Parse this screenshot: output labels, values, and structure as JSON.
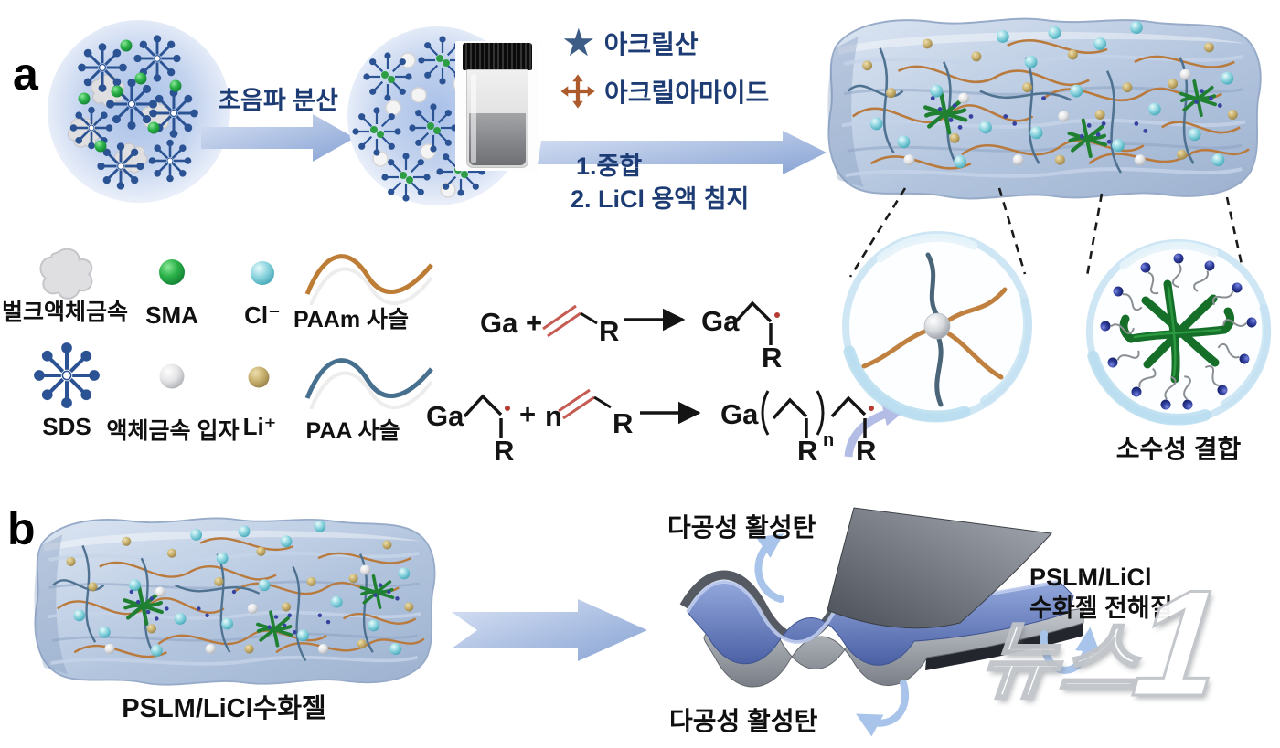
{
  "panel_a": {
    "label": "a",
    "sonication_arrow_label": "초음파 분산",
    "monomers": [
      {
        "icon": "star-icon",
        "label": "아크릴산",
        "color": "#3d5c86"
      },
      {
        "icon": "four-arrow-icon",
        "label": "아크릴아마이드",
        "color": "#ad5a2d"
      }
    ],
    "process_steps": [
      "1.중합",
      "2. LiCl 용액 침지"
    ],
    "hydrophobic_label": "소수성 결합"
  },
  "legend": {
    "items": [
      {
        "icon": "liquid-metal-blob-icon",
        "label": "벌크액체금속"
      },
      {
        "icon": "green-sphere-icon",
        "label": "SMA"
      },
      {
        "icon": "cyan-sphere-icon",
        "label": "Cl⁻"
      },
      {
        "icon": "orange-chain-icon",
        "label": "PAAm 사슬"
      },
      {
        "icon": "sds-asterisk-icon",
        "label": "SDS"
      },
      {
        "icon": "white-sphere-icon",
        "label": "액체금속 입자"
      },
      {
        "icon": "tan-sphere-icon",
        "label": "Li⁺"
      },
      {
        "icon": "blue-chain-icon",
        "label": "PAA 사슬"
      }
    ]
  },
  "reactions": {
    "ga": "Ga",
    "plus": "+",
    "r": "R",
    "n": "n"
  },
  "panel_b": {
    "label": "b",
    "hydrogel_label": "PSLM/LiCl수화젤",
    "top_electrode_label": "다공성 활성탄",
    "bottom_electrode_label": "다공성 활성탄",
    "electrolyte_label_line1": "PSLM/LiCl",
    "electrolyte_label_line2": "수화젤 전해질"
  },
  "watermark": {
    "text": "뉴스",
    "numeral": "1"
  },
  "colors": {
    "text_navy": "#1e3c74",
    "arrow_blue": "#8ca7d8",
    "star_blue": "#3d5c86",
    "acrylamide_orange": "#ad5a2d",
    "paam_chain_orange": "#bd7d36",
    "paa_chain_blue": "#47708f",
    "sma_green": "#2cb249",
    "cl_cyan": "#8fd6e0",
    "li_tan": "#c6ae6c",
    "sds_navy": "#2b5394",
    "gel_blue": "#b3c5de",
    "electrolyte_blue": "#5a74b8",
    "electrode_gray": "#85898f",
    "radical_red": "#b63a32",
    "hydrophobic_green": "#1e7d2c"
  }
}
